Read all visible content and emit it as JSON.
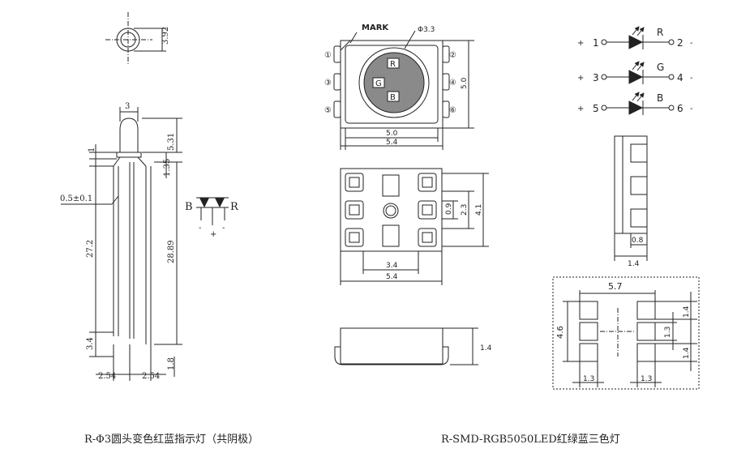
{
  "caption_left": "R-Φ3圆头变色红蓝指示灯（共阴极）",
  "caption_right": "R-SMD-RGB5050LED红绿蓝三色灯",
  "led3mm": {
    "dims": [
      "3.92",
      "3",
      "5.31",
      "1",
      "1.35",
      "0.5±0.1",
      "27.2",
      "28.89",
      "3.4",
      "1.8",
      "2.54",
      "2.54"
    ],
    "circuit_labels": [
      "B",
      "R"
    ],
    "polarity": [
      "-",
      "+",
      "-"
    ]
  },
  "smd_top": {
    "mark_label": "MARK",
    "phi_label": "Φ3.3",
    "chip_labels": [
      "R",
      "G",
      "B"
    ],
    "pin_numbers": [
      "①",
      "②",
      "③",
      "④",
      "⑤",
      "⑥"
    ],
    "dims": [
      "5.0",
      "5.0",
      "5.4"
    ]
  },
  "smd_bottom": {
    "dims": [
      "0.9",
      "2.3",
      "4.1",
      "3.4",
      "5.4"
    ]
  },
  "smd_side": {
    "dims": [
      "1.4"
    ]
  },
  "rgb_schematic": {
    "rows": [
      {
        "anode_sign": "+",
        "anode_pin": "1",
        "color": "R",
        "cathode_pin": "2",
        "cathode_sign": "-"
      },
      {
        "anode_sign": "+",
        "anode_pin": "3",
        "color": "G",
        "cathode_pin": "4",
        "cathode_sign": "-"
      },
      {
        "anode_sign": "+",
        "anode_pin": "5",
        "color": "B",
        "cathode_pin": "6",
        "cathode_sign": "-"
      }
    ]
  },
  "side_profile": {
    "dims": [
      "0.8",
      "1.4"
    ]
  },
  "footprint": {
    "dims": [
      "5.7",
      "4.6",
      "1.4",
      "1.3",
      "1.4",
      "1.3",
      "1.3"
    ]
  }
}
